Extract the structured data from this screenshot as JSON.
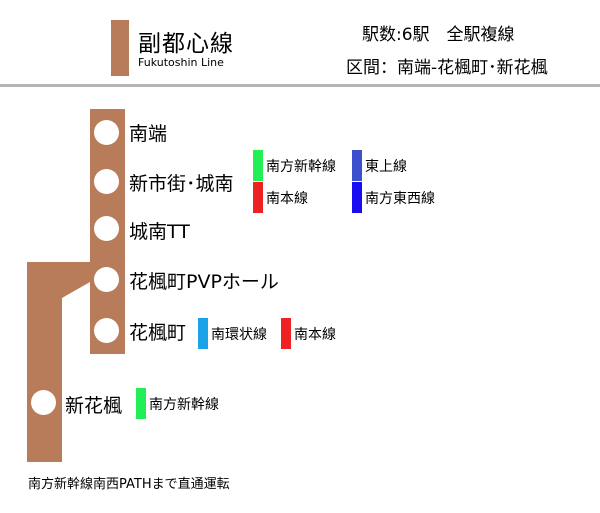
{
  "header": {
    "line_name": "副都心線",
    "line_name_en": "Fukutoshin Line",
    "station_count": "駅数:6駅　全駅複線",
    "section": "区間：南端-花楓町･新花楓",
    "line_color": "#b97c5a"
  },
  "stations": [
    {
      "name": "南端",
      "transfers": []
    },
    {
      "name": "新市街･城南",
      "transfers": [
        {
          "name": "南方新幹線",
          "color": "#22ee55"
        },
        {
          "name": "南本線",
          "color": "#ee2222"
        },
        {
          "name": "東上線",
          "color": "#3c4fcc"
        },
        {
          "name": "南方東西線",
          "color": "#1a0cf0"
        }
      ]
    },
    {
      "name": "城南TT",
      "transfers": []
    },
    {
      "name": "花楓町PVPホール",
      "transfers": []
    },
    {
      "name": "花楓町",
      "transfers": [
        {
          "name": "南環状線",
          "color": "#1aa3e8"
        },
        {
          "name": "南本線",
          "color": "#ee2222"
        }
      ]
    },
    {
      "name": "新花楓",
      "transfers": [
        {
          "name": "南方新幹線",
          "color": "#22ee55"
        }
      ]
    }
  ],
  "footnote": "南方新幹線南西PATHまで直通運転"
}
